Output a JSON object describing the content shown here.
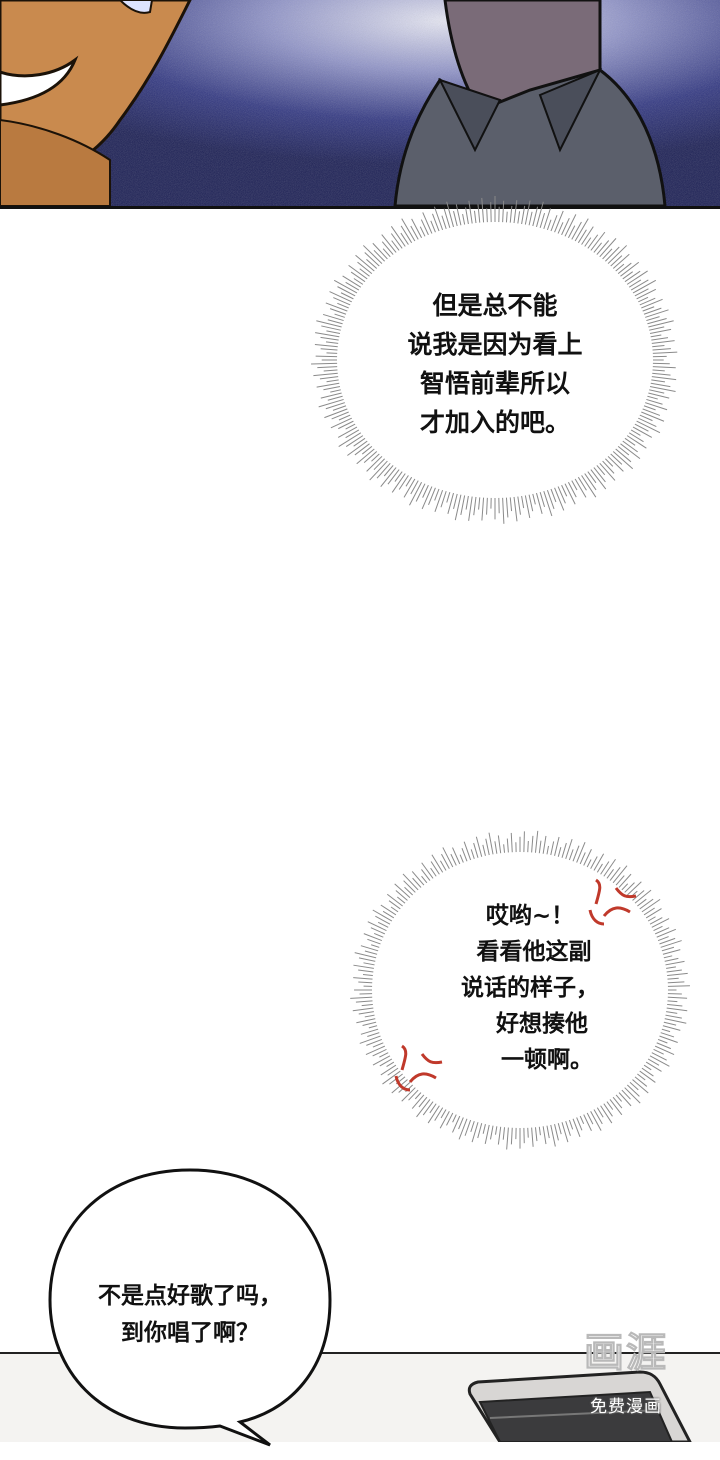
{
  "panels": {
    "top": {
      "palette": {
        "sky": "#1a1f5e",
        "glow": "#cfd2ea",
        "skin": "#c98a4e",
        "shirt": "#5b5f6b"
      }
    }
  },
  "thought_bubble_1": {
    "lines": [
      "但是总不能",
      "说我是因为看上",
      "智悟前辈所以",
      "才加入的吧。"
    ]
  },
  "thought_bubble_2": {
    "lines": [
      "哎哟~！",
      "看看他这副",
      "说话的样子，",
      "好想揍他",
      "一顿啊。"
    ],
    "anger_color": "#c0392b"
  },
  "speech_bubble_1": {
    "lines": [
      "不是点好歌了吗，",
      "到你唱了啊？"
    ]
  },
  "watermark": {
    "logo": "画涯",
    "subtitle": "免费漫画"
  }
}
